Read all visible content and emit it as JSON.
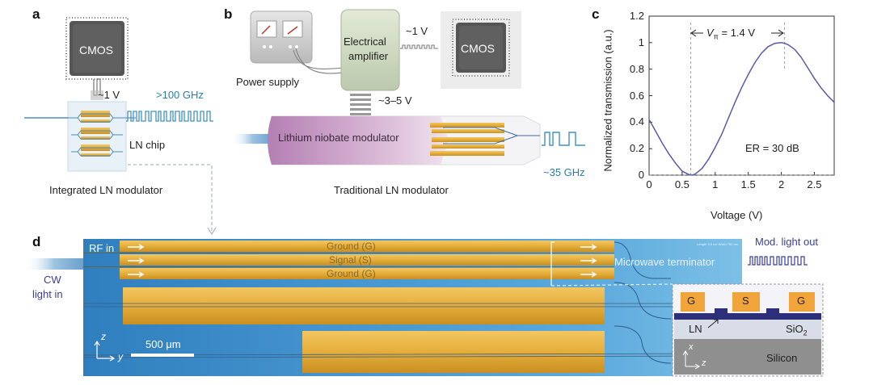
{
  "panels": {
    "a": {
      "letter": "a",
      "cmos": "CMOS",
      "voltage": "~1 V",
      "freq": ">100 GHz",
      "chip": "LN chip",
      "caption": "Integrated LN modulator"
    },
    "b": {
      "letter": "b",
      "amp_line1": "Electrical",
      "amp_line2": "amplifier",
      "voltage_in": "~1 V",
      "cmos": "CMOS",
      "power": "Power supply",
      "voltage_out": "~3–5 V",
      "modulator": "Lithium niobate modulator",
      "freq": "~35 GHz",
      "caption": "Traditional LN modulator"
    },
    "c": {
      "letter": "c",
      "vpi_prefix": "V",
      "vpi_sub": "π",
      "vpi_value": " = 1.4 V",
      "er": "ER = 30 dB"
    },
    "d": {
      "letter": "d",
      "rf_in": "RF in",
      "ground_top": "Ground (G)",
      "signal": "Signal (S)",
      "ground_bottom": "Ground (G)",
      "terminator": "Microwave terminator",
      "light_out": "Mod. light out",
      "cw_line1": "CW",
      "cw_line2": "light in",
      "scale": "500 μm",
      "axis_z": "z",
      "axis_y": "y",
      "fine_print": "Length 3.0 cm  Width 750 nm",
      "inset": {
        "g_left": "G",
        "s": "S",
        "g_right": "G",
        "ln": "LN",
        "sio2_base": "SiO",
        "sio2_sub": "2",
        "silicon": "Silicon",
        "axis_x": "x",
        "axis_z": "z"
      }
    }
  },
  "chart_data": {
    "type": "line",
    "title": "",
    "xlabel": "Voltage (V)",
    "ylabel": "Normalized transmission (a.u.)",
    "xlim": [
      0,
      2.8
    ],
    "ylim": [
      0,
      1.2
    ],
    "xticks": [
      "0",
      "0.5",
      "1",
      "1.5",
      "2",
      "2.5"
    ],
    "yticks": [
      "0",
      "0.2",
      "0.4",
      "0.6",
      "0.8",
      "1",
      "1.2"
    ],
    "grid": false,
    "series": [
      {
        "x": [
          0,
          0.1,
          0.2,
          0.3,
          0.4,
          0.5,
          0.6,
          0.65,
          0.7,
          0.8,
          0.9,
          1.0,
          1.1,
          1.2,
          1.3,
          1.4,
          1.5,
          1.6,
          1.7,
          1.8,
          1.9,
          2.0,
          2.05,
          2.1,
          2.2,
          2.3,
          2.4,
          2.5,
          2.6,
          2.7,
          2.8
        ],
        "y": [
          0.42,
          0.33,
          0.24,
          0.16,
          0.09,
          0.03,
          0.005,
          0.0,
          0.01,
          0.05,
          0.12,
          0.21,
          0.31,
          0.43,
          0.55,
          0.66,
          0.76,
          0.85,
          0.92,
          0.97,
          0.995,
          1.0,
          0.995,
          0.985,
          0.95,
          0.89,
          0.81,
          0.73,
          0.66,
          0.6,
          0.55
        ]
      }
    ],
    "guides": {
      "v_min": 0.63,
      "v_max": 2.05,
      "baseline_y": 0
    }
  }
}
